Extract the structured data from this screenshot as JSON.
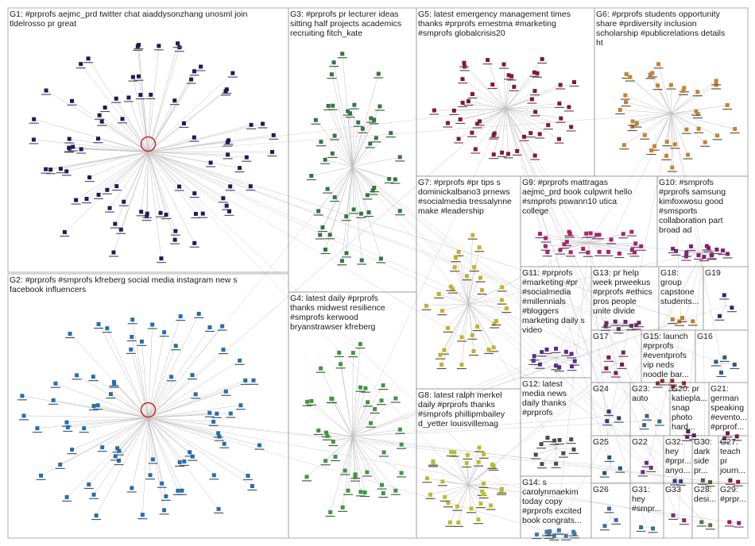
{
  "groups": [
    {
      "id": "G1",
      "label_lines": [
        "G1: #prprofs aejmc_prd twitter chat aiaddysonzhang unosml join",
        "tldelrosso pr great"
      ],
      "color": "#1f1a5c",
      "nodes": 80
    },
    {
      "id": "G2",
      "label_lines": [
        "G2: #prprofs #smprofs kfreberg social media instagram new s",
        "facebook influencers"
      ],
      "color": "#1f6fb5",
      "nodes": 75
    },
    {
      "id": "G3",
      "label_lines": [
        "G3: #prprofs pr lecturer ideas",
        "sitting half projects academics",
        "recruiting fitch_kate"
      ],
      "color": "#2f7a3a",
      "nodes": 45
    },
    {
      "id": "G4",
      "label_lines": [
        "G4: latest daily #prprofs",
        "thanks midwest resilience",
        "#smprofs kerwood",
        "bryanstrawser kfreberg"
      ],
      "color": "#3a9a3a",
      "nodes": 40
    },
    {
      "id": "G5",
      "label_lines": [
        "G5: latest emergency management times",
        "thanks #prprofs ernestma #marketing",
        "#smprofs globalcrisis20"
      ],
      "color": "#8a1530",
      "nodes": 45
    },
    {
      "id": "G6",
      "label_lines": [
        "G6: #prprofs students opportunity",
        "share #prdiversity inclusion",
        "scholarship #publicrelations details",
        "ht"
      ],
      "color": "#c9822a",
      "nodes": 35
    },
    {
      "id": "G7",
      "label_lines": [
        "G7: #prprofs #pr tips s",
        "dominickalbano3 prnews",
        "#socialmedia tressalynne",
        "make #leadership"
      ],
      "color": "#c9b020",
      "nodes": 30
    },
    {
      "id": "G8",
      "label_lines": [
        "G8: latest ralph merkel",
        "daily #prprofs thanks",
        "#smprofs phillipmbailey",
        "d_yetter louisvillemag"
      ],
      "color": "#b8c020",
      "nodes": 28
    },
    {
      "id": "G9",
      "label_lines": [
        "G9: #prprofs mattragas",
        "aejmc_prd book culpwrit hello",
        "#smprofs pswann10 utica",
        "college"
      ],
      "color": "#b01e70",
      "nodes": 26
    },
    {
      "id": "G10",
      "label_lines": [
        "G10: #smprofs",
        "#prprofs samsung",
        "kimfoxwosu good",
        "#smsports",
        "collaboration part",
        "broad ad"
      ],
      "color": "#8c1a7a",
      "nodes": 14
    },
    {
      "id": "G11",
      "label_lines": [
        "G11: #prprofs",
        "#marketing #pr",
        "#socialmedia",
        "#millennials",
        "#bloggers",
        "marketing daily s",
        "video"
      ],
      "color": "#5a2a8a",
      "nodes": 12
    },
    {
      "id": "G12",
      "label_lines": [
        "G12: latest",
        "media news",
        "daily thanks",
        "#prprofs"
      ],
      "color": "#4a4a4a",
      "nodes": 10
    },
    {
      "id": "G13",
      "label_lines": [
        "G13: pr help",
        "week prweekus",
        "#prprofs #ethics",
        "pros people",
        "unite divide"
      ],
      "color": "#6a2a6a",
      "nodes": 8
    },
    {
      "id": "G14",
      "label_lines": [
        "G14: s",
        "carolynmaekim",
        "today copy",
        "#prprofs excited",
        "book congrats..."
      ],
      "color": "#3a7ab0",
      "nodes": 9
    },
    {
      "id": "G15",
      "label_lines": [
        "G15: launch",
        "#prprofs",
        "#eventprofs",
        "vip neds",
        "noodle bar..."
      ],
      "color": "#8a2a2a",
      "nodes": 5
    },
    {
      "id": "G16",
      "label_lines": [
        "G16"
      ],
      "color": "#2a5a8a",
      "nodes": 4
    },
    {
      "id": "G17",
      "label_lines": [
        "G17"
      ],
      "color": "#7a1a5a",
      "nodes": 5
    },
    {
      "id": "G18",
      "label_lines": [
        "G18:",
        "group",
        "capstone",
        "students..."
      ],
      "color": "#c97a20",
      "nodes": 4
    },
    {
      "id": "G19",
      "label_lines": [
        "G19"
      ],
      "color": "#2a2a7a",
      "nodes": 3
    },
    {
      "id": "G20",
      "label_lines": [
        "G20: pr",
        "katiepla...",
        "snap",
        "photo",
        "hard..."
      ],
      "color": "#5a1a5a",
      "nodes": 3
    },
    {
      "id": "G21",
      "label_lines": [
        "G21:",
        "german",
        "speaking",
        "#evento...",
        "#prprof..."
      ],
      "color": "#7a1a4a",
      "nodes": 3
    },
    {
      "id": "G22",
      "label_lines": [
        "G22"
      ],
      "color": "#6a2a8a",
      "nodes": 3
    },
    {
      "id": "G23",
      "label_lines": [
        "G23:",
        "auto"
      ],
      "color": "#2a6a9a",
      "nodes": 3
    },
    {
      "id": "G24",
      "label_lines": [
        "G24"
      ],
      "color": "#2a3a7a",
      "nodes": 3
    },
    {
      "id": "G25",
      "label_lines": [
        "G25"
      ],
      "color": "#1a5a7a",
      "nodes": 3
    },
    {
      "id": "G26",
      "label_lines": [
        "G26"
      ],
      "color": "#3a6aaa",
      "nodes": 3
    },
    {
      "id": "G27",
      "label_lines": [
        "G27:",
        "teach",
        "pr",
        "journ..."
      ],
      "color": "#8a1a3a",
      "nodes": 2
    },
    {
      "id": "G28",
      "label_lines": [
        "G28:",
        "desi..."
      ],
      "color": "#4a7a3a",
      "nodes": 2
    },
    {
      "id": "G29",
      "label_lines": [
        "G29:",
        "#prpr..."
      ],
      "color": "#9a1a6a",
      "nodes": 2
    },
    {
      "id": "G30",
      "label_lines": [
        "G30:",
        "dark",
        "side",
        "pr..."
      ],
      "color": "#5a5a2a",
      "nodes": 2
    },
    {
      "id": "G31",
      "label_lines": [
        "G31:",
        "hey",
        "#smpr..."
      ],
      "color": "#2a7a7a",
      "nodes": 2
    },
    {
      "id": "G32",
      "label_lines": [
        "G32:",
        "hey",
        "#prpr...",
        "anyo..."
      ],
      "color": "#3a3a8a",
      "nodes": 2
    },
    {
      "id": "G33",
      "label_lines": [
        "G33"
      ],
      "color": "#7a2a7a",
      "nodes": 2
    }
  ]
}
